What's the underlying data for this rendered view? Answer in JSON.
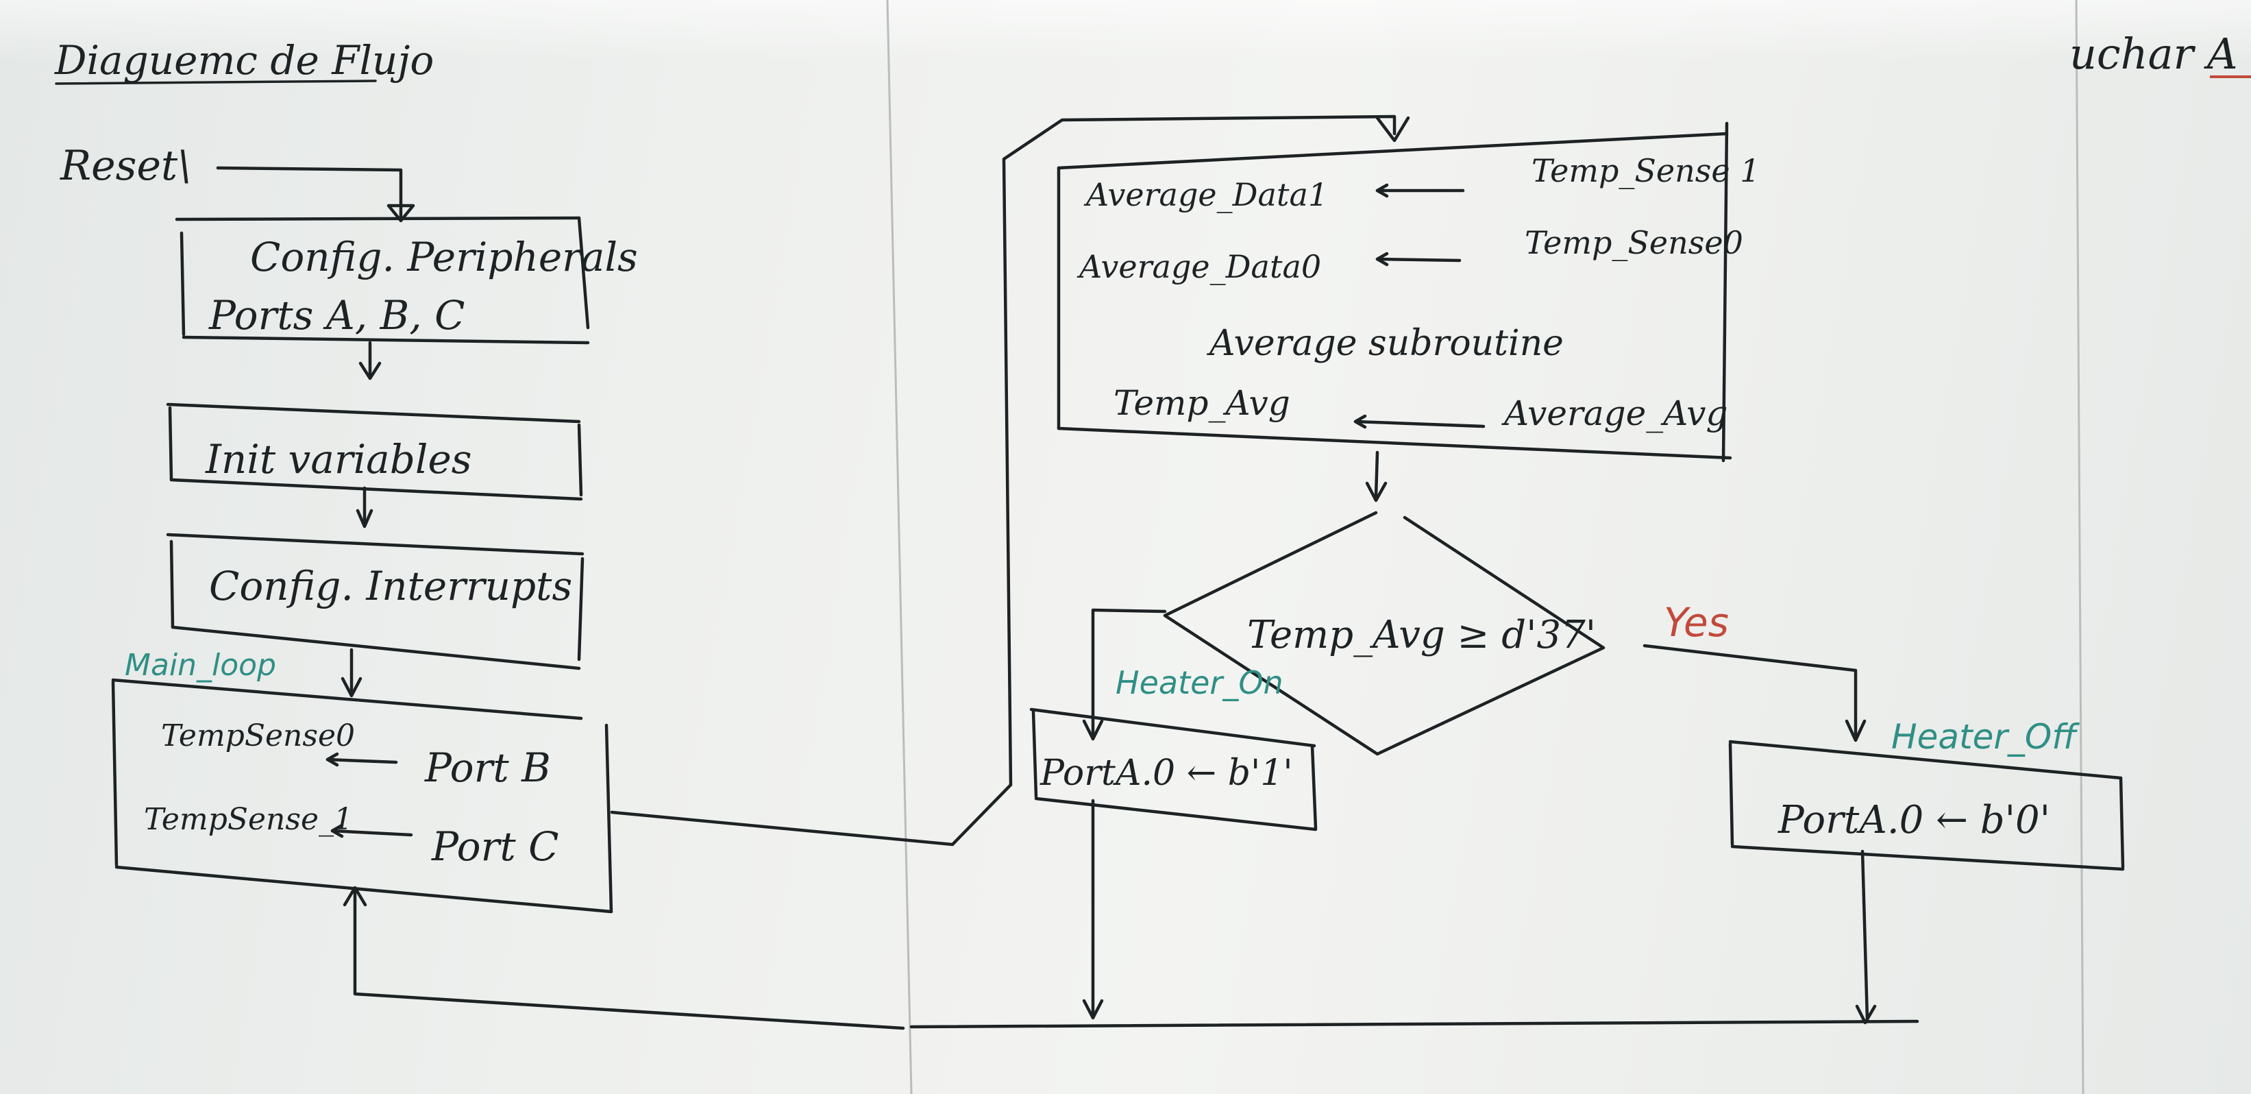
{
  "title": "Diaguemc de Flujo",
  "top_right_note": "uchar A",
  "reset_label": "Reset\\",
  "boxes": {
    "config_peripherals": {
      "line1": "Config. Peripherals",
      "line2": "Ports A, B, C"
    },
    "init_variables": {
      "line1": "Init variables"
    },
    "config_interrupts": {
      "line1": "Config. Interrupts"
    },
    "main_loop": {
      "label": "Main_loop",
      "row1_left": "TempSense0",
      "row1_right": "Port B",
      "row2_left": "TempSense_1",
      "row2_right": "Port C"
    },
    "average": {
      "row1_left": "Average_Data1",
      "row1_right": "Temp_Sense 1",
      "row2_left": "Average_Data0",
      "row2_right": "Temp_Sense0",
      "subroutine": "Average subroutine",
      "row3_left": "Temp_Avg",
      "row3_right": "Average_Avg"
    },
    "heater_on": {
      "label": "Heater_On",
      "body": "PortA.0 ← b'1'"
    },
    "heater_off": {
      "label": "Heater_Off",
      "body": "PortA.0 ← b'0'"
    }
  },
  "decision": {
    "condition": "Temp_Avg ≥ d'37'",
    "yes_label": "Yes"
  },
  "colors": {
    "ink": "#1d2224",
    "teal_marker": "#2f8f86",
    "red_marker": "#c24a3c",
    "board": "#eef0ee"
  }
}
